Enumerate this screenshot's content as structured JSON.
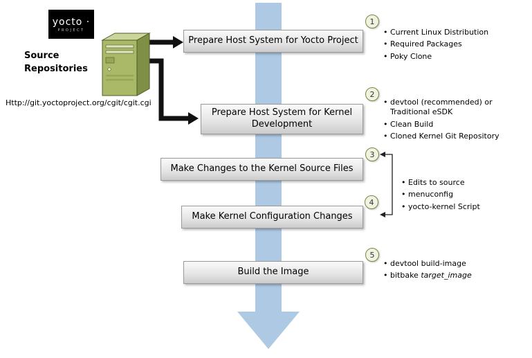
{
  "logo": {
    "brand": "yocto ·",
    "subtext": "PROJECT"
  },
  "source": {
    "label_line1": "Source",
    "label_line2": "Repositories",
    "url": "Http://git.yoctoproject.org/cgit/cgit.cgi"
  },
  "steps": [
    {
      "num": "1",
      "label": "Prepare Host System for Yocto Project"
    },
    {
      "num": "2",
      "label": "Prepare Host System for Kernel Development"
    },
    {
      "num": "3",
      "label": "Make Changes to the Kernel Source Files"
    },
    {
      "num": "4",
      "label": "Make Kernel Configuration Changes"
    },
    {
      "num": "5",
      "label": "Build the Image"
    }
  ],
  "bullets": {
    "step1": [
      "Current Linux Distribution",
      "Required Packages",
      "Poky Clone"
    ],
    "step2": [
      "devtool (recommended) or Traditional eSDK",
      "Clean Build",
      "Cloned Kernel Git Repository"
    ],
    "steps34": [
      "Edits to source",
      "menuconfig",
      "yocto-kernel Script"
    ],
    "step5_item1": "devtool build-image",
    "step5_item2_prefix": "bitbake ",
    "step5_item2_italic": "target_image"
  },
  "colors": {
    "flow_arrow": "#aec9e3",
    "circle_border": "#7a8a45",
    "box_border": "#999999",
    "connector": "#111111"
  }
}
